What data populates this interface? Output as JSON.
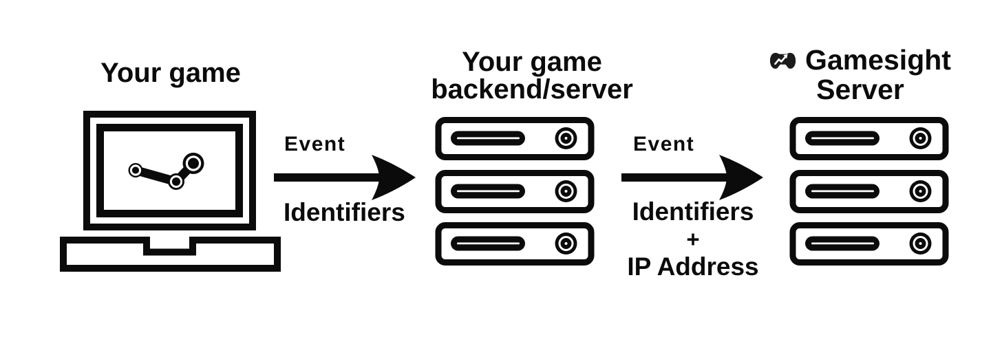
{
  "canvas": {
    "background": "#ffffff",
    "ink": "#0b0b0b"
  },
  "nodes": {
    "game_client": {
      "title": "Your game",
      "icon": "steam-computer-icon"
    },
    "game_backend": {
      "title_line1": "Your game",
      "title_line2": "backend/server",
      "icon": "server-stack-icon",
      "server_count": 3
    },
    "gamesight_server": {
      "title_line1": "Gamesight",
      "title_line2": "Server",
      "icon": "gamesight-gamepad-icon",
      "server_count": 3
    }
  },
  "arrows": {
    "game_to_backend": {
      "label_top": "Event",
      "label_bottom": "Identifiers"
    },
    "backend_to_gamesight": {
      "label_top": "Event",
      "label_bottom_lines": [
        "Identifiers",
        "+",
        "IP Address"
      ]
    }
  }
}
